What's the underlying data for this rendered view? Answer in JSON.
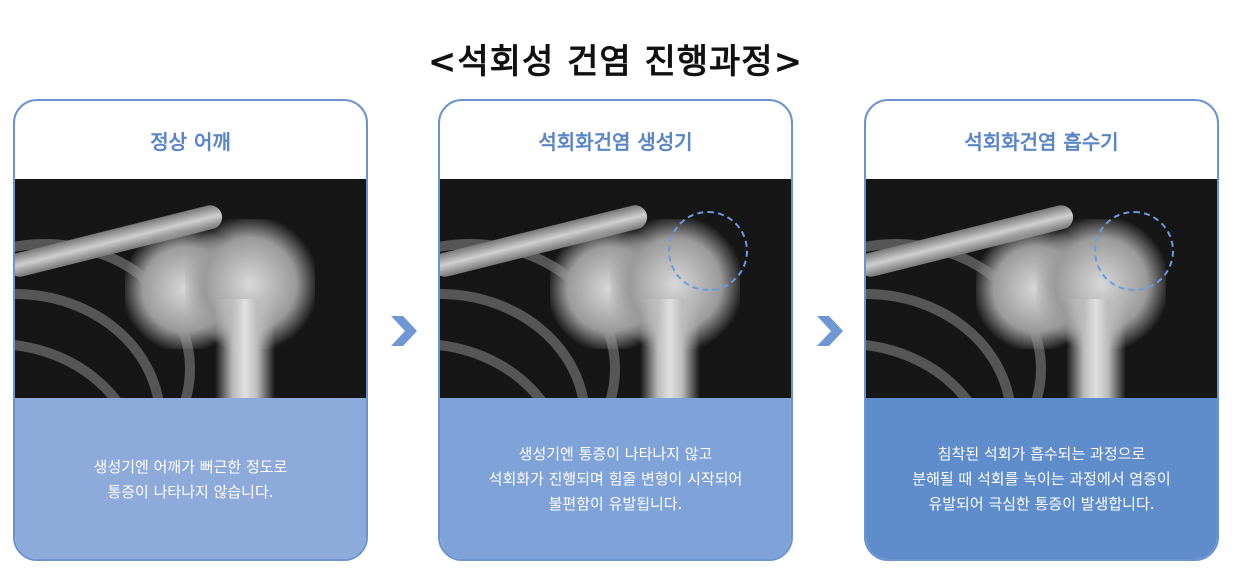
{
  "title": "<석회성 건염 진행과정>",
  "colors": {
    "accent": "#5b86c5",
    "border": "#6b93d0",
    "circle": "#6b9be0"
  },
  "cards": [
    {
      "heading": "정상 어깨",
      "lines": [
        "생성기엔 어깨가 뻐근한 정도로",
        "통증이 나타나지 않습니다."
      ],
      "panel_color": "#8eaadb",
      "marked": false
    },
    {
      "heading": "석회화건염 생성기",
      "lines": [
        "생성기엔 통증이 나타나지 않고",
        "석회화가 진행되며 힘줄 변형이 시작되어",
        "불편함이 유발됩니다."
      ],
      "panel_color": "#7fa2d8",
      "marked": true
    },
    {
      "heading": "석회화건염 흡수기",
      "lines": [
        "침착된 석회가 흡수되는 과정으로",
        "분해될 때 석회를 녹이는 과정에서 염증이",
        "유발되어 극심한 통증이 발생합니다."
      ],
      "panel_color": "#5f8ccb",
      "marked": true
    }
  ],
  "arrow_icon": "chevron-right-icon"
}
